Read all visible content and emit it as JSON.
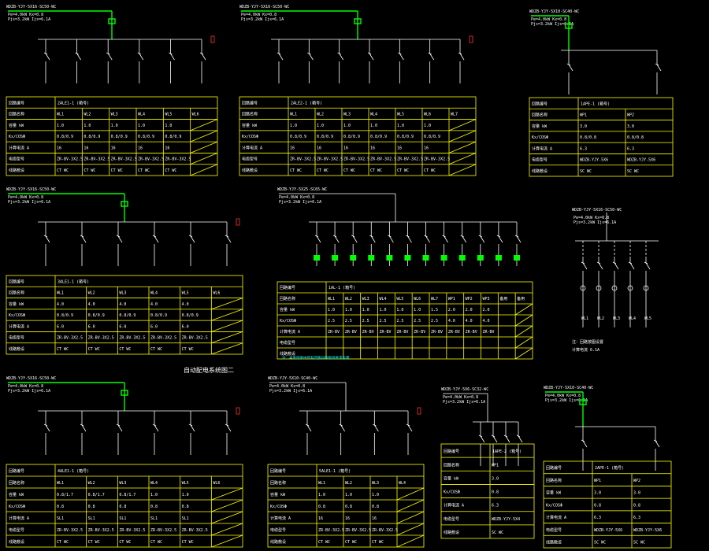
{
  "drawing_title": "自动配电系统图二",
  "note": "注：本系统图中所有回路均按图纸要求设置",
  "row_labels": [
    "回路编号",
    "回路名称",
    "容量 kW",
    "Kx/COSΦ",
    "计算电流 A",
    "电缆型号",
    "线路敷设"
  ],
  "panels": [
    {
      "header": "WDZB-YJY-5X16-SC50-WC",
      "table_title": "2ALE1-1 (箱号)",
      "circuits": [
        "WL1",
        "WL2",
        "WL3",
        "WL4",
        "WL5",
        "WL6"
      ],
      "values": [
        [
          "1.0",
          "1.0",
          "1.0",
          "1.0",
          "1.0",
          ""
        ],
        [
          "0.8/0.9",
          "0.8/0.9",
          "0.8/0.9",
          "0.8/0.9",
          "0.8/0.9",
          ""
        ],
        [
          "16",
          "16",
          "16",
          "16",
          "16",
          ""
        ],
        [
          "ZR-BV-3X2.5",
          "ZR-BV-3X2.5",
          "ZR-BV-3X2.5",
          "ZR-BV-3X2.5",
          "ZR-BV-3X2.5",
          ""
        ],
        [
          "CT WC",
          "CT WC",
          "CT WC",
          "CT WC",
          "CT WC",
          ""
        ]
      ]
    },
    {
      "header": "WDZB-YJY-5X16-SC50-WC",
      "table_title": "2ALE2-1 (箱号)",
      "circuits": [
        "WL1",
        "WL2",
        "WL3",
        "WL4",
        "WL5",
        "WL6",
        "WL7"
      ],
      "values": [
        [
          "1.0",
          "1.0",
          "1.0",
          "1.0",
          "1.0",
          "1.0",
          ""
        ],
        [
          "0.8/0.9",
          "0.8/0.9",
          "0.8/0.9",
          "0.8/0.9",
          "0.8/0.9",
          "0.8/0.9",
          ""
        ],
        [
          "16",
          "16",
          "16",
          "16",
          "16",
          "16",
          ""
        ],
        [
          "ZR-BV-3X2.5",
          "ZR-BV-3X2.5",
          "ZR-BV-3X2.5",
          "ZR-BV-3X2.5",
          "ZR-BV-3X2.5",
          "ZR-BV-3X2.5",
          ""
        ],
        [
          "CT WC",
          "CT WC",
          "CT WC",
          "CT WC",
          "CT WC",
          "CT WC",
          ""
        ]
      ]
    },
    {
      "header": "WDZB-YJY-5X10-SC40-WC",
      "table_title": "1APE-1 (箱号)",
      "circuits": [
        "WP1",
        "WP2"
      ],
      "values": [
        [
          "3.0",
          "3.0"
        ],
        [
          "0.8/0.8",
          "0.8/0.8"
        ],
        [
          "6.3",
          "6.3"
        ],
        [
          "WDZB-YJY-5X6",
          "WDZB-YJY-5X6"
        ],
        [
          "SC WC",
          "SC WC"
        ]
      ]
    },
    {
      "header": "WDZB-YJY-5X16-SC50-WC",
      "table_title": "3ALE1-1 (箱号)",
      "circuits": [
        "WL1",
        "WL2",
        "WL3",
        "WL4",
        "WL5",
        "WL6"
      ],
      "values": [
        [
          "4.0",
          "4.0",
          "4.0",
          "4.0",
          "4.0",
          ""
        ],
        [
          "0.8/0.9",
          "0.8/0.9",
          "0.8/0.9",
          "0.8/0.9",
          "0.8/0.9",
          ""
        ],
        [
          "6.0",
          "6.0",
          "6.0",
          "6.0",
          "6.0",
          ""
        ],
        [
          "ZR-BV-3X2.5",
          "ZR-BV-3X2.5",
          "ZR-BV-3X2.5",
          "ZR-BV-3X2.5",
          "ZR-BV-3X2.5",
          ""
        ],
        [
          "CT WC",
          "CT WC",
          "CT WC",
          "CT WC",
          "CT WC",
          ""
        ]
      ]
    },
    {
      "header": "WDZB-YJY-5X25-SC65-WC",
      "table_title": "1AL-1 (箱号)",
      "circuits": [
        "WL1",
        "WL2",
        "WL3",
        "WL4",
        "WL5",
        "WL6",
        "WL7",
        "WP1",
        "WP2",
        "WP3",
        "备用",
        "备用"
      ],
      "values": [
        [
          "1.0",
          "1.0",
          "1.0",
          "1.0",
          "1.0",
          "1.0",
          "1.5",
          "2.0",
          "2.0",
          "2.0",
          "",
          ""
        ],
        [
          "2.5",
          "2.5",
          "2.5",
          "2.5",
          "2.5",
          "2.5",
          "2.5",
          "4.0",
          "4.0",
          "4.0",
          "",
          ""
        ],
        [
          "ZR-BV",
          "ZR-BV",
          "ZR-BV",
          "ZR-BV",
          "ZR-BV",
          "ZR-BV",
          "ZR-BV",
          "ZR-BV",
          "ZR-BV",
          "ZR-BV",
          "",
          ""
        ]
      ]
    },
    {
      "header": "WDZB-YJY-5X16-SC50-WC",
      "table_title": "",
      "circuits": [],
      "values": []
    },
    {
      "header": "WDZB-YJY-5X16-SC50-WC",
      "table_title": "4ALE1-1 (箱号)",
      "circuits": [
        "WL1",
        "WL2",
        "WL3",
        "WL4",
        "WL5",
        "WL6"
      ],
      "values": [
        [
          "0.8/1.7",
          "0.8/1.7",
          "0.8/1.7",
          "1.0",
          "1.0",
          ""
        ],
        [
          "0.8",
          "0.8",
          "0.8",
          "0.8",
          "0.8",
          ""
        ],
        [
          "SL1",
          "SL1",
          "SL1",
          "SL1",
          "SL1",
          ""
        ],
        [
          "ZR-BV-3X2.5",
          "ZR-BV-3X2.5",
          "ZR-BV-3X2.5",
          "ZR-BV-3X2.5",
          "ZR-BV-3X2.5",
          ""
        ],
        [
          "CT WC",
          "CT WC",
          "CT WC",
          "CT WC",
          "CT WC",
          ""
        ]
      ]
    },
    {
      "header": "WDZB-YJY-5X10-SC40-WC",
      "table_title": "5ALE1-1 (箱号)",
      "circuits": [
        "WL1",
        "WL2",
        "WL3",
        "WL4"
      ],
      "values": [
        [
          "1.0",
          "1.0",
          "1.0",
          ""
        ],
        [
          "0.8",
          "0.8",
          "0.8",
          ""
        ],
        [
          "16",
          "16",
          "16",
          ""
        ],
        [
          "ZR-BV-3X2.5",
          "ZR-BV-3X2.5",
          "ZR-BV-3X2.5",
          ""
        ],
        [
          "CT WC",
          "CT WC",
          "CT WC",
          ""
        ]
      ]
    },
    {
      "header": "WDZB-YJY-5X6-SC32-WC",
      "table_title": "1APE-2 (箱号)",
      "circuits": [
        "WP1"
      ],
      "values": [
        [
          "3.0"
        ],
        [
          "0.8"
        ],
        [
          "6.3"
        ],
        [
          "WDZB-YJY-5X4"
        ],
        [
          "SC WC"
        ]
      ]
    },
    {
      "header": "WDZB-YJY-5X10-SC40-WC",
      "table_title": "2APE-1 (箱号)",
      "circuits": [
        "WP1",
        "WP2"
      ],
      "values": [
        [
          "3.0",
          "3.0"
        ],
        [
          "0.8",
          "0.8"
        ],
        [
          "6.3",
          "6.3"
        ],
        [
          "WDZB-YJY-5X6",
          "WDZB-YJY-5X6"
        ],
        [
          "SC WC",
          "SC WC"
        ]
      ]
    }
  ],
  "colors": {
    "line": "#ffffff",
    "table": "#ffff00",
    "bus": "#00ff00",
    "accent": "#00ffff",
    "alarm": "#ff3333"
  }
}
